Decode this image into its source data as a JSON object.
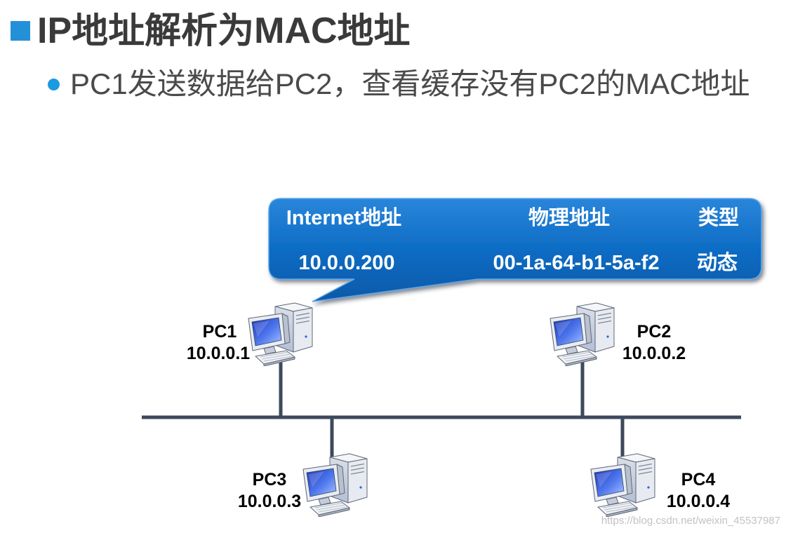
{
  "slide": {
    "title": "IP地址解析为MAC地址",
    "bullet": "PC1发送数据给PC2，查看缓存没有PC2的MAC地址"
  },
  "arp_cache": {
    "headers": [
      "Internet地址",
      "物理地址",
      "类型"
    ],
    "rows": [
      [
        "10.0.0.200",
        "00-1a-64-b1-5a-f2",
        "动态"
      ]
    ]
  },
  "hosts": [
    {
      "name": "PC1",
      "ip": "10.0.0.1"
    },
    {
      "name": "PC2",
      "ip": "10.0.0.2"
    },
    {
      "name": "PC3",
      "ip": "10.0.0.3"
    },
    {
      "name": "PC4",
      "ip": "10.0.0.4"
    }
  ],
  "watermark": "https://blog.csdn.net/weixin_45537987",
  "icons": {
    "title_bullet": "square-bullet-icon",
    "list_bullet": "circle-bullet-icon",
    "host": "computer-icon"
  },
  "colors": {
    "accent": "#2490d8",
    "list_bullet": "#1a9be0",
    "callout": "#0d6cc4",
    "network_line": "#3d4a5c",
    "title_text": "#3a3a3a",
    "body_text": "#4a4a4a"
  }
}
